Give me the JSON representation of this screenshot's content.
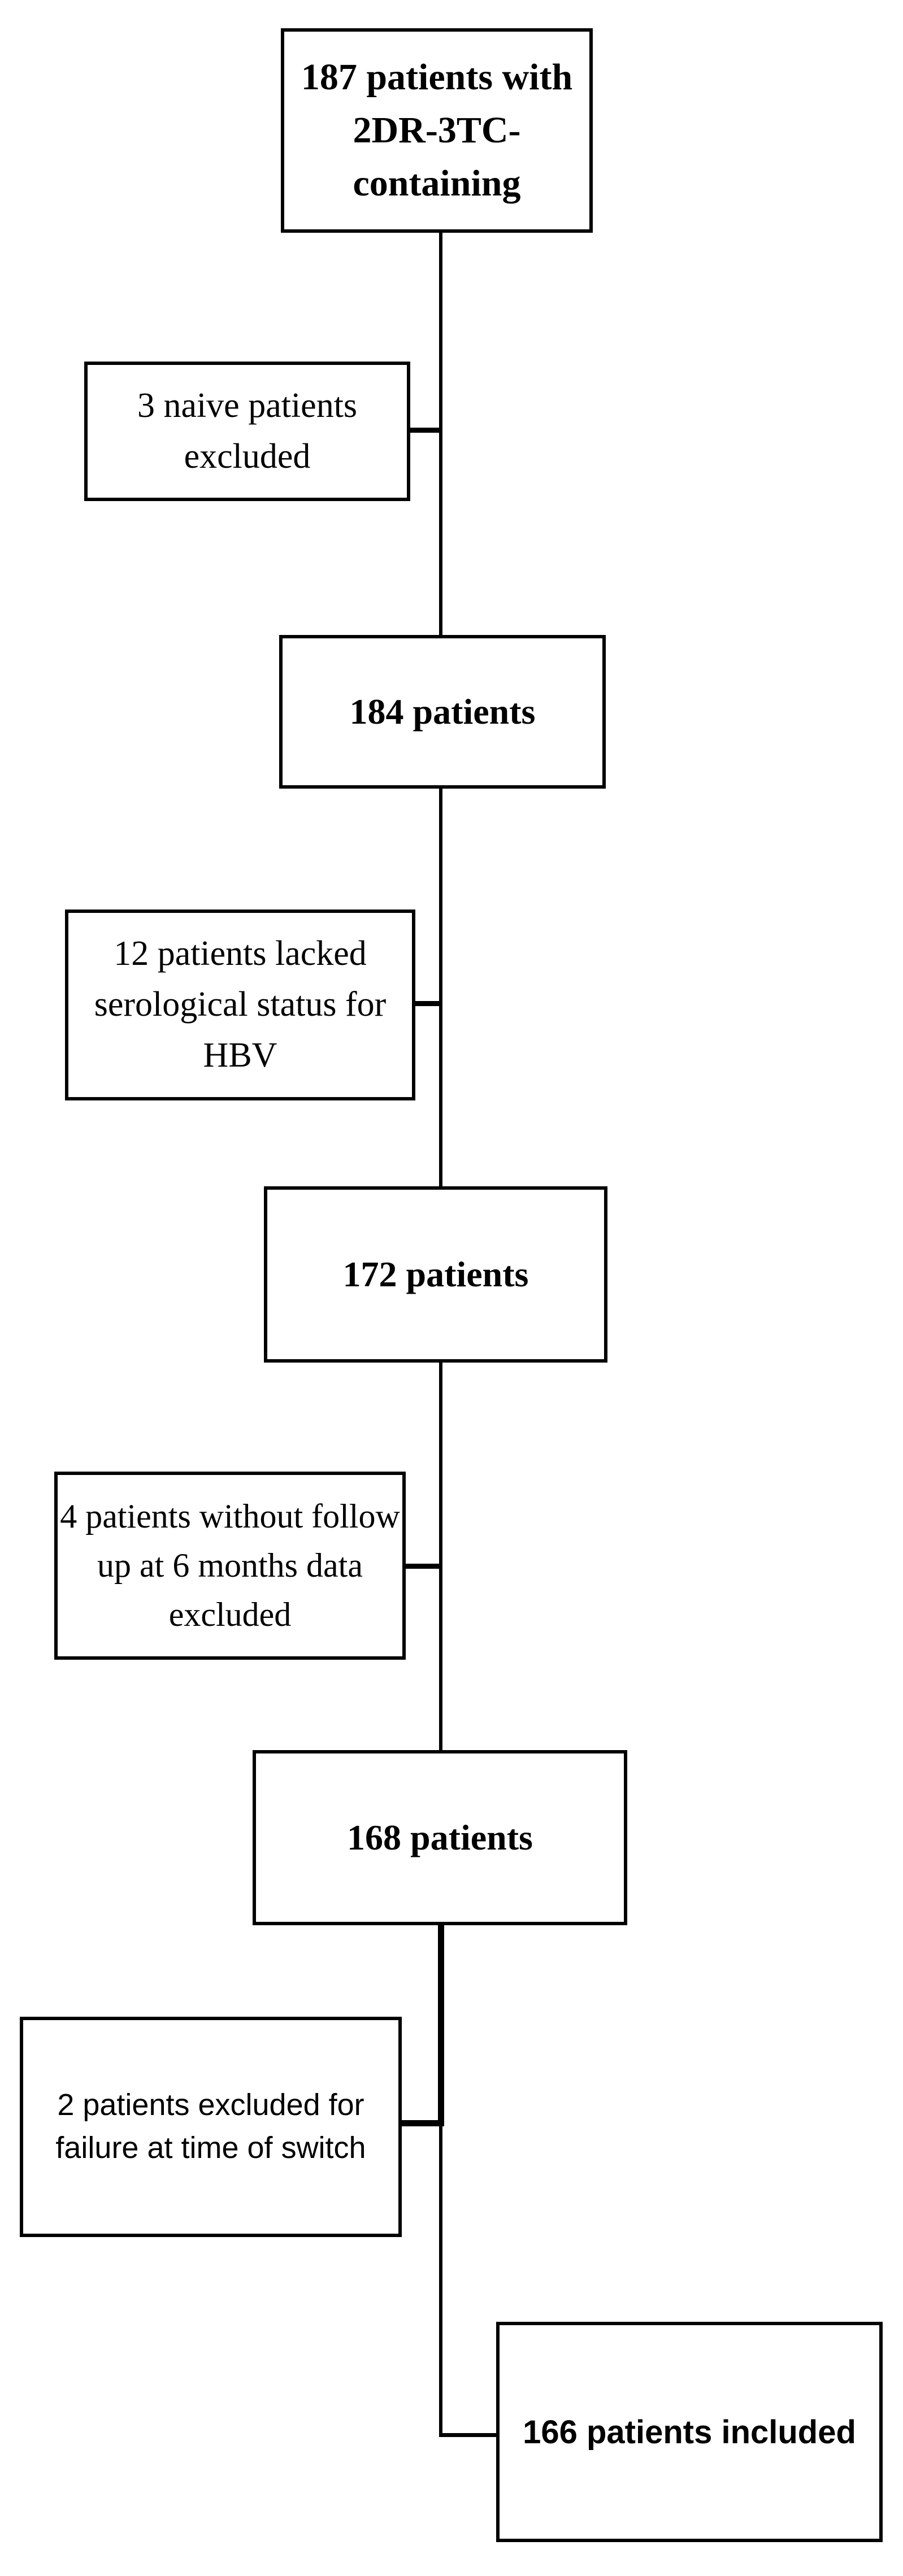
{
  "figure": {
    "type": "flowchart",
    "background_color": "#ffffff",
    "line_color": "#000000",
    "nodes": [
      {
        "id": "n187",
        "role": "start",
        "label": "187 patients with\n2DR-3TC-\ncontaining"
      },
      {
        "id": "n_naive",
        "role": "exclusion",
        "label": "3 naive patients\nexcluded"
      },
      {
        "id": "n184",
        "role": "milestone",
        "label": "184 patients"
      },
      {
        "id": "n_hbv",
        "role": "exclusion",
        "label": "12 patients lacked\nserological status for\nHBV"
      },
      {
        "id": "n172",
        "role": "milestone",
        "label": "172 patients"
      },
      {
        "id": "n_fup",
        "role": "exclusion",
        "label": "4 patients without follow\nup at 6 months data\nexcluded"
      },
      {
        "id": "n168",
        "role": "milestone",
        "label": "168 patients"
      },
      {
        "id": "n_switch",
        "role": "exclusion",
        "label": "2 patients excluded for\nfailure at time of switch"
      },
      {
        "id": "n166",
        "role": "end",
        "label": "166 patients included"
      }
    ],
    "edges": [
      {
        "from": "n187",
        "to": "n184"
      },
      {
        "from": "n_naive",
        "to": "spine"
      },
      {
        "from": "n184",
        "to": "n172"
      },
      {
        "from": "n_hbv",
        "to": "spine"
      },
      {
        "from": "n172",
        "to": "n168"
      },
      {
        "from": "n_fup",
        "to": "spine"
      },
      {
        "from": "n168",
        "to": "n166"
      },
      {
        "from": "n_switch",
        "to": "spine"
      }
    ]
  }
}
